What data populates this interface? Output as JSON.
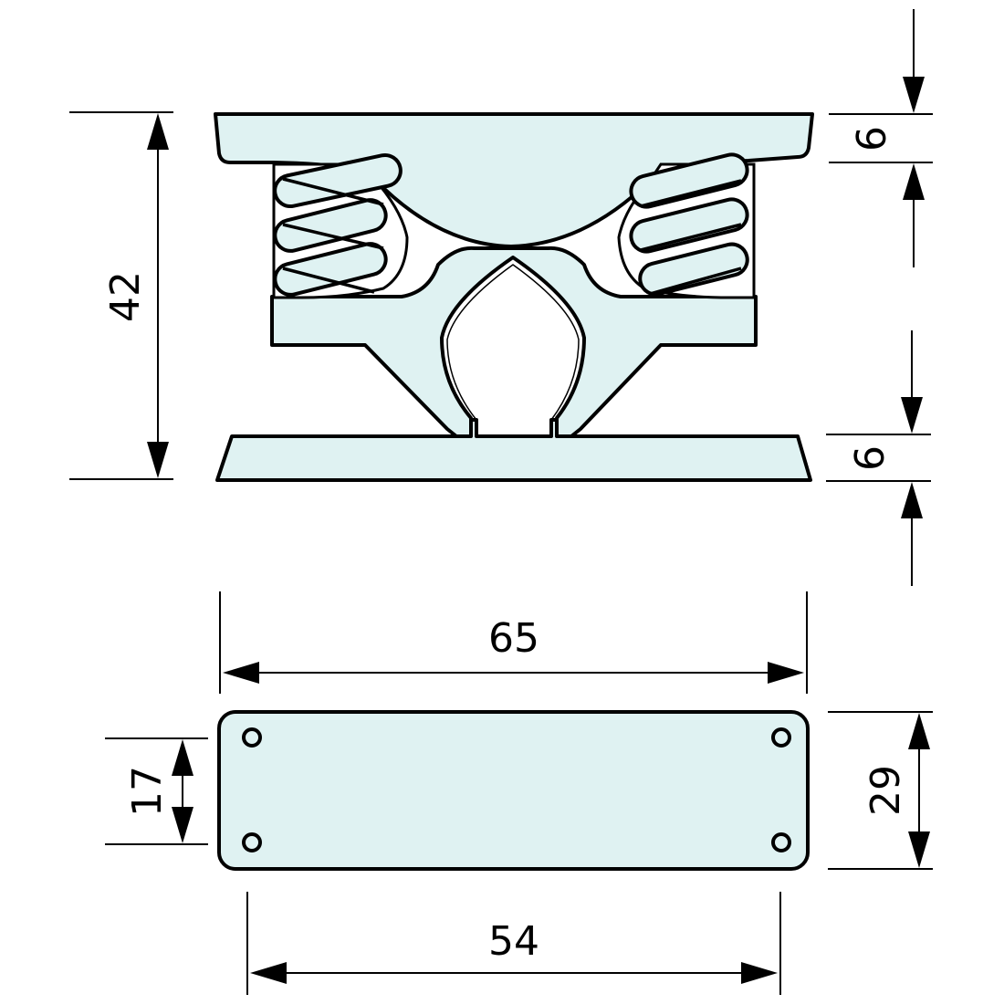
{
  "figure": {
    "type": "technical-drawing",
    "subject": "spring mount / anti-vibration foot",
    "colors": {
      "fill": "#dff2f2",
      "stroke": "#000000",
      "background": "#ffffff"
    }
  },
  "side_view": {
    "dimensions": {
      "overall_height": {
        "value": "42",
        "orientation": "vertical",
        "side": "left"
      },
      "top_plate_thickness": {
        "value": "6",
        "orientation": "vertical",
        "side": "right"
      },
      "bottom_plate_thickness": {
        "value": "6",
        "orientation": "vertical",
        "side": "right"
      }
    }
  },
  "plan_view": {
    "dimensions": {
      "overall_length": {
        "value": "65",
        "orientation": "horizontal",
        "side": "top"
      },
      "hole_spacing_length": {
        "value": "54",
        "orientation": "horizontal",
        "side": "bottom"
      },
      "hole_spacing_width": {
        "value": "17",
        "orientation": "vertical",
        "side": "left"
      },
      "overall_width": {
        "value": "29",
        "orientation": "vertical",
        "side": "right"
      }
    },
    "holes": 4
  }
}
